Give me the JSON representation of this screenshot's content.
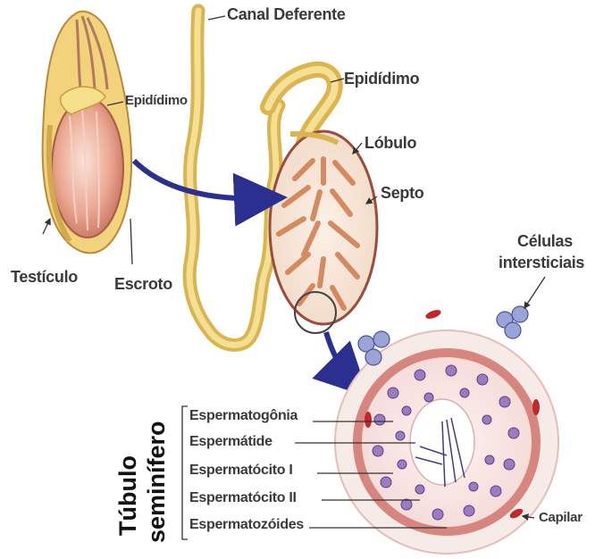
{
  "labels": {
    "canal_deferente": "Canal Deferente",
    "epididimo_small": "Epidídimo",
    "epididimo": "Epidídimo",
    "lobulo": "Lóbulo",
    "septo": "Septo",
    "testiculo": "Testículo",
    "escroto": "Escroto",
    "celulas_line1": "Células",
    "celulas_line2": "intersticiais",
    "capilar": "Capilar"
  },
  "tubule_section": {
    "title_line1": "Túbulo",
    "title_line2": "seminífero",
    "items": [
      "Espermatogônia",
      "Espermátide",
      "Espermatócito I",
      "Espermatócito II",
      "Espermatozóides"
    ]
  },
  "colors": {
    "scrotum_yellow": "#f3d77a",
    "testis_pink": "#e8a793",
    "duct_yellow": "#e8c86a",
    "arrow_blue": "#2b2f8f",
    "tubule_wall": "#d98a84",
    "cell_purple": "#8b6fb0",
    "capillary_red": "#c0282c"
  }
}
